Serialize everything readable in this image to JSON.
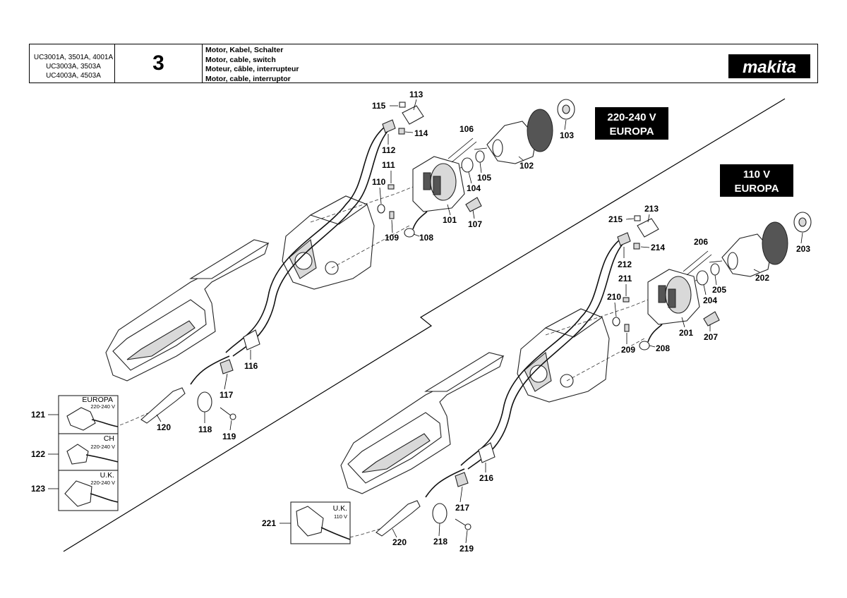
{
  "header": {
    "models": [
      "UC3001A, 3501A, 4001A",
      "UC3003A, 3503A",
      "UC4003A, 4503A"
    ],
    "page_number": "3",
    "titles": [
      "Motor, Kabel, Schalter",
      "Motor, cable, switch",
      "Moteur, câble, interrupteur",
      "Motor, cable, interruptor"
    ],
    "brand": "makita"
  },
  "voltage_badges": {
    "upper": [
      "220-240 V",
      "EUROPA"
    ],
    "lower": [
      "110 V",
      "EUROPA"
    ]
  },
  "plugs": {
    "europa": {
      "name": "EUROPA",
      "voltage": "220-240 V"
    },
    "ch": {
      "name": "CH",
      "voltage": "220-240 V"
    },
    "uk": {
      "name": "U.K.",
      "voltage": "220-240 V"
    },
    "uk110": {
      "name": "U.K.",
      "voltage": "110 V"
    }
  },
  "part_numbers": {
    "p101": "101",
    "p102": "102",
    "p103": "103",
    "p104": "104",
    "p105": "105",
    "p106": "106",
    "p107": "107",
    "p108": "108",
    "p109": "109",
    "p110": "110",
    "p111": "111",
    "p112": "112",
    "p113": "113",
    "p114": "114",
    "p115": "115",
    "p116": "116",
    "p117": "117",
    "p118": "118",
    "p119": "119",
    "p120": "120",
    "p121": "121",
    "p122": "122",
    "p123": "123",
    "p201": "201",
    "p202": "202",
    "p203": "203",
    "p204": "204",
    "p205": "205",
    "p206": "206",
    "p207": "207",
    "p208": "208",
    "p209": "209",
    "p210": "210",
    "p211": "211",
    "p212": "212",
    "p213": "213",
    "p214": "214",
    "p215": "215",
    "p216": "216",
    "p217": "217",
    "p218": "218",
    "p219": "219",
    "p220": "220",
    "p221": "221"
  },
  "colors": {
    "badge": "#000000",
    "line": "#000000",
    "part_fill": "#ffffff",
    "shade": "#d9d9d9"
  }
}
